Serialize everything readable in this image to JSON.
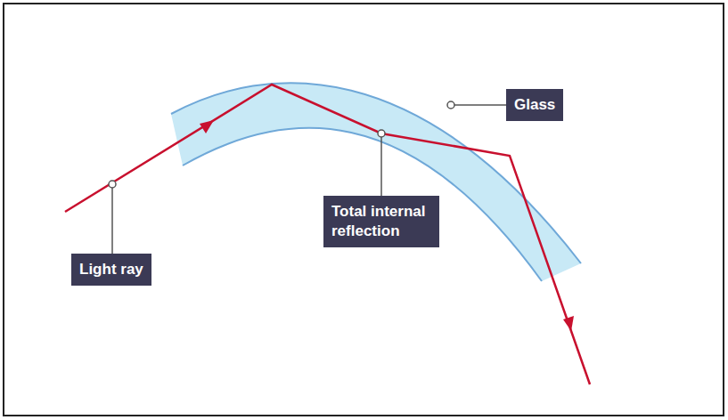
{
  "diagram": {
    "labels": [
      "Light ray",
      "Total internal reflection",
      "Glass"
    ]
  }
}
